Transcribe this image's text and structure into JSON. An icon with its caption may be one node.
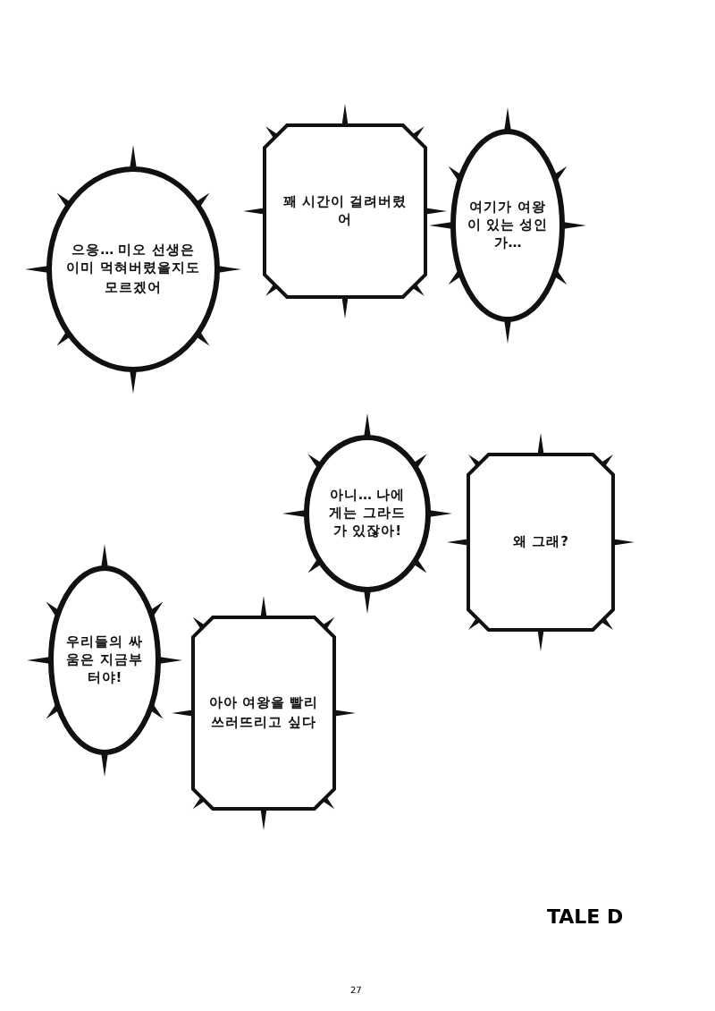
{
  "diagram": {
    "nodes": [
      {
        "text": [
          "여기가 여왕이 있는 성인가…"
        ]
      },
      {
        "text": [
          "꽤 시간이 걸려버렸어"
        ]
      },
      {
        "text": [
          "으응… 미오 선생은 이미 먹혀버렸을지도 모르겠어"
        ]
      },
      {
        "text": [
          "왜 그래?"
        ]
      },
      {
        "text": [
          "아니… 나에게는 그라드가 있잖아!"
        ]
      },
      {
        "text": [
          "아아 여왕을 빨리 쓰러뜨리고 싶다"
        ]
      },
      {
        "text": [
          "우리들의 싸움은 지금부터야!"
        ]
      }
    ],
    "labels": [
      "TALE D",
      "27"
    ]
  }
}
